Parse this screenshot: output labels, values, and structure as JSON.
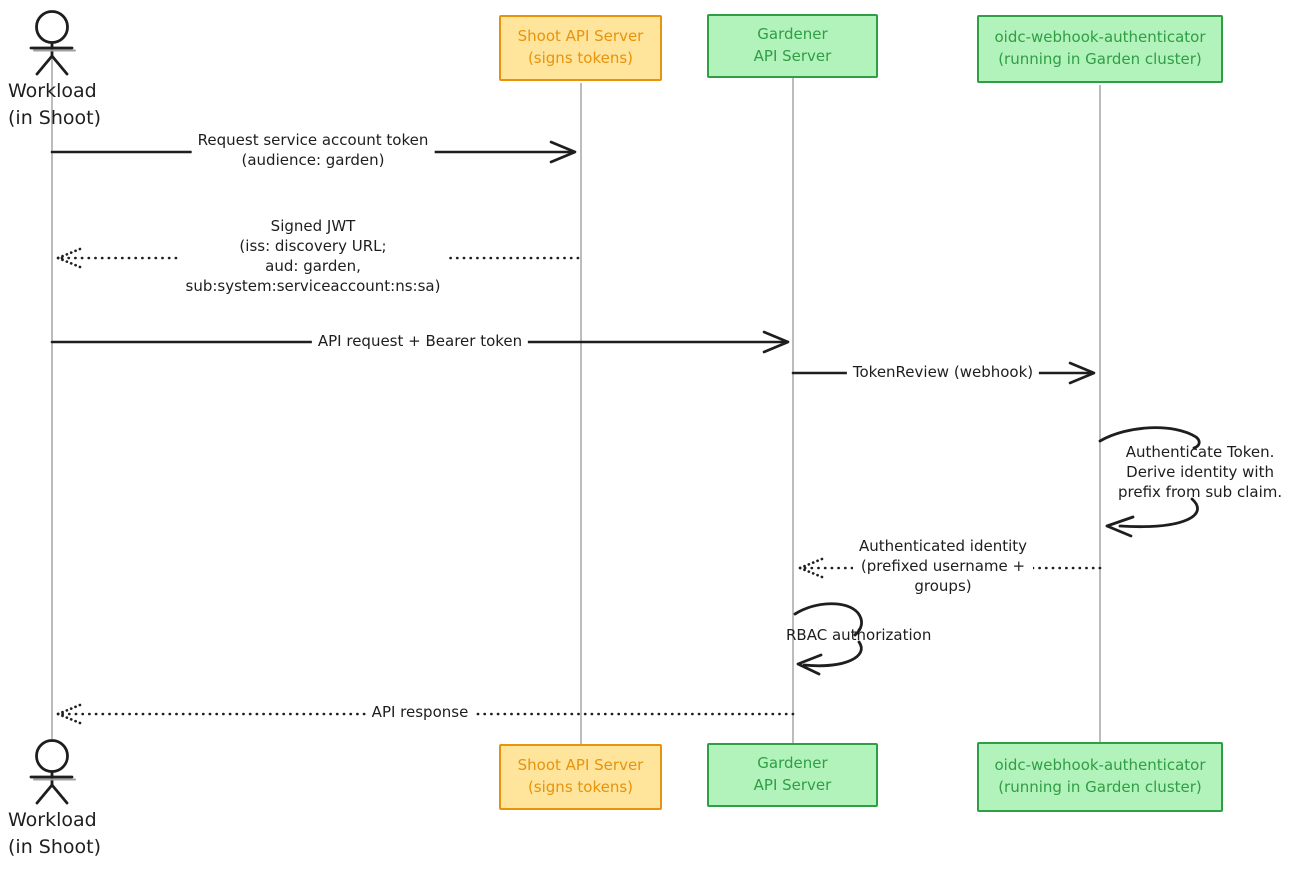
{
  "participants": {
    "workload": {
      "label": "Workload\n(in Shoot)",
      "type": "actor"
    },
    "shoot": {
      "label": "Shoot API Server\n(signs tokens)",
      "type": "box",
      "style": "orange"
    },
    "gardener": {
      "label": "Gardener\nAPI Server",
      "type": "box",
      "style": "green"
    },
    "oidc": {
      "label": "oidc-webhook-authenticator\n(running in Garden cluster)",
      "type": "box",
      "style": "green"
    }
  },
  "messages": {
    "request_token": {
      "text": "Request service account token\n(audience: garden)",
      "type": "solid",
      "from": "workload",
      "to": "shoot"
    },
    "signed_jwt": {
      "text": "Signed JWT\n(iss: discovery URL;\naud: garden,\nsub:system:serviceaccount:ns:sa)",
      "type": "dotted",
      "from": "shoot",
      "to": "workload"
    },
    "api_request": {
      "text": "API request + Bearer token",
      "type": "solid",
      "from": "workload",
      "to": "gardener"
    },
    "token_review": {
      "text": "TokenReview (webhook)",
      "type": "solid",
      "from": "gardener",
      "to": "oidc"
    },
    "authenticate": {
      "text": "Authenticate Token.\nDerive identity with\nprefix from sub claim.",
      "type": "self",
      "on": "oidc"
    },
    "auth_identity": {
      "text": "Authenticated identity\n(prefixed username +\ngroups)",
      "type": "dotted",
      "from": "oidc",
      "to": "gardener"
    },
    "rbac": {
      "text": "RBAC authorization",
      "type": "self",
      "on": "gardener"
    },
    "api_response": {
      "text": "API response",
      "type": "dotted",
      "from": "gardener",
      "to": "workload"
    }
  },
  "colors": {
    "orange_border": "#e8930c",
    "orange_fill": "#ffe49c",
    "orange_text": "#e8930c",
    "green_border": "#2f9e44",
    "green_fill": "#b2f2bb",
    "green_text": "#2f9e44",
    "line": "#1e1e1e",
    "lifeline": "#a0a0a0",
    "background": "#ffffff"
  }
}
